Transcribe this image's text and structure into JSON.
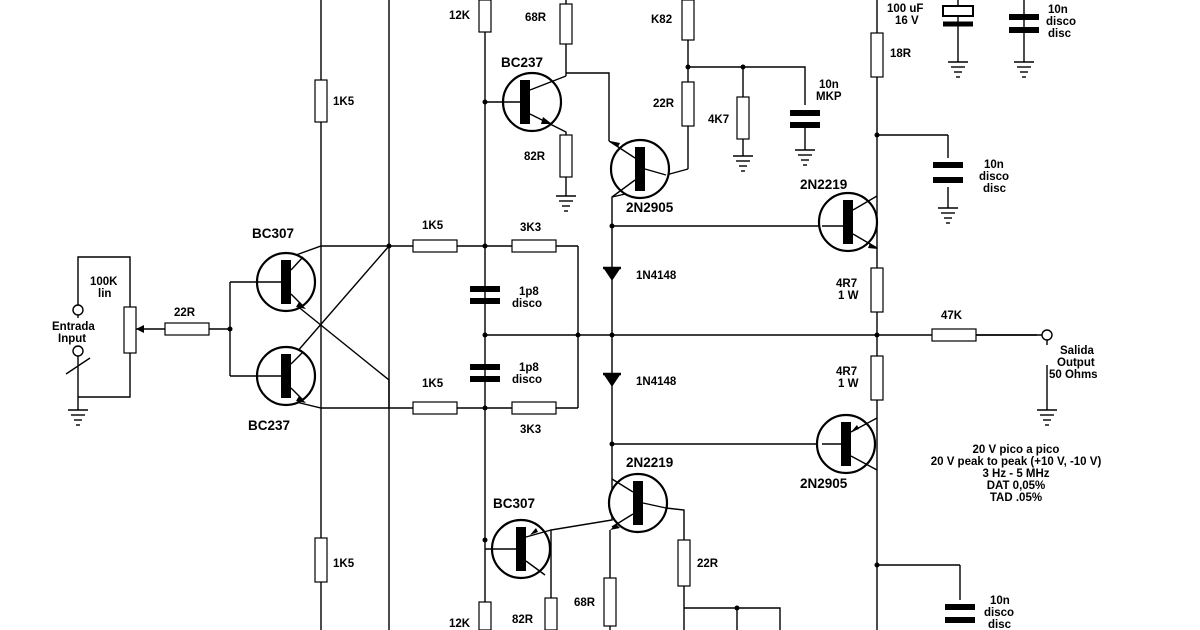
{
  "components": {
    "r_1k5_top_left": "1K5",
    "r_1k5_bottom_left": "1K5",
    "r_12k_top": "12K",
    "r_12k_bottom": "12K",
    "r_68r_top": "68R",
    "r_68r_bottom": "68R",
    "r_82r_top": "82R",
    "r_82r_bottom": "82R",
    "r_k82": "K82",
    "r_22r_top": "22R",
    "r_22r_bottom": "22R",
    "r_4k7": "4K7",
    "r_18r": "18R",
    "r_1k5_mid_top": "1K5",
    "r_1k5_mid_bottom": "1K5",
    "r_3k3_top": "3K3",
    "r_3k3_bottom": "3K3",
    "r_22r_input": "22R",
    "r_4r7_top_value": "4R7",
    "r_4r7_top_power": "1 W",
    "r_4r7_bottom_value": "4R7",
    "r_4r7_bottom_power": "1 W",
    "r_47k": "47K",
    "pot_value": "100K",
    "pot_taper": "lin",
    "c_100uf_value": "100 uF",
    "c_100uf_voltage": "16 V",
    "c_10n_top_right_1": "10n",
    "c_10n_top_right_2": "disco",
    "c_10n_top_right_3": "disc",
    "c_10n_mkp_1": "10n",
    "c_10n_mkp_2": "MKP",
    "c_10n_mid_1": "10n",
    "c_10n_mid_2": "disco",
    "c_10n_mid_3": "disc",
    "c_10n_bottom_1": "10n",
    "c_10n_bottom_2": "disco",
    "c_10n_bottom_3": "disc",
    "c_1p8_top_1": "1p8",
    "c_1p8_top_2": "disco",
    "c_1p8_bottom_1": "1p8",
    "c_1p8_bottom_2": "disco",
    "d_top": "1N4148",
    "d_bottom": "1N4148",
    "q_bc307_left": "BC307",
    "q_bc237_left": "BC237",
    "q_bc237_top": "BC237",
    "q_bc307_bottom": "BC307",
    "q_2n2905_top": "2N2905",
    "q_2n2219_bottom": "2N2219",
    "q_2n2219_out": "2N2219",
    "q_2n2905_out": "2N2905"
  },
  "input": {
    "label_es": "Entrada",
    "label_en": "Input"
  },
  "output": {
    "label_es": "Salida",
    "label_en": "Output",
    "impedance": "50 Ohms"
  },
  "specs": [
    "20 V pico a pico",
    "20 V peak to peak (+10 V, -10 V)",
    "3 Hz - 5 MHz",
    "DAT 0,05%",
    "TAD .05%"
  ]
}
